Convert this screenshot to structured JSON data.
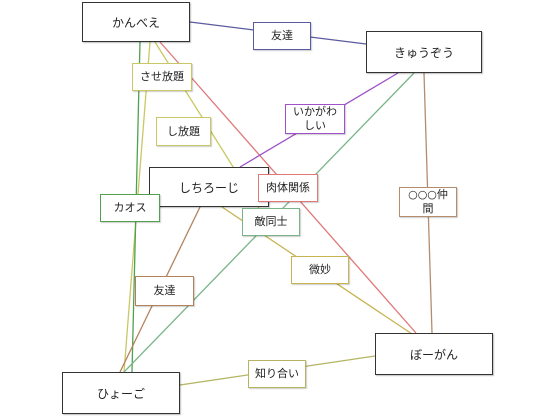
{
  "nodes": {
    "kanbee": "かんべえ",
    "kyuuzou": "きゅうぞう",
    "shichiroji": "しちろーじ",
    "bogan": "ぼーがん",
    "hyogo": "ひょーご"
  },
  "labels": {
    "tomodachi_top": "友達",
    "sase_houdai": "させ放題",
    "shi_houdai": "し放題",
    "ikagawashii": "いかがわしい",
    "nikutai_kankei": "肉体関係",
    "kaosu": "カオス",
    "tekidoushi": "敵同士",
    "marumaru_nakama": "○○○仲間",
    "bimyou": "微妙",
    "tomodachi_bottom": "友達",
    "shiriai": "知り合い"
  },
  "colors": {
    "tomodachi_top": "#5a5aa0",
    "sase_houdai": "#c8c864",
    "shi_houdai": "#c8c864",
    "ikagawashii": "#a050c8",
    "nikutai_kankei": "#e07878",
    "kaosu": "#50a050",
    "tekidoushi": "#78b488",
    "marumaru_nakama": "#b48c6e",
    "bimyou": "#c8b450",
    "tomodachi_bottom": "#b4825a",
    "shiriai": "#b4b464"
  }
}
